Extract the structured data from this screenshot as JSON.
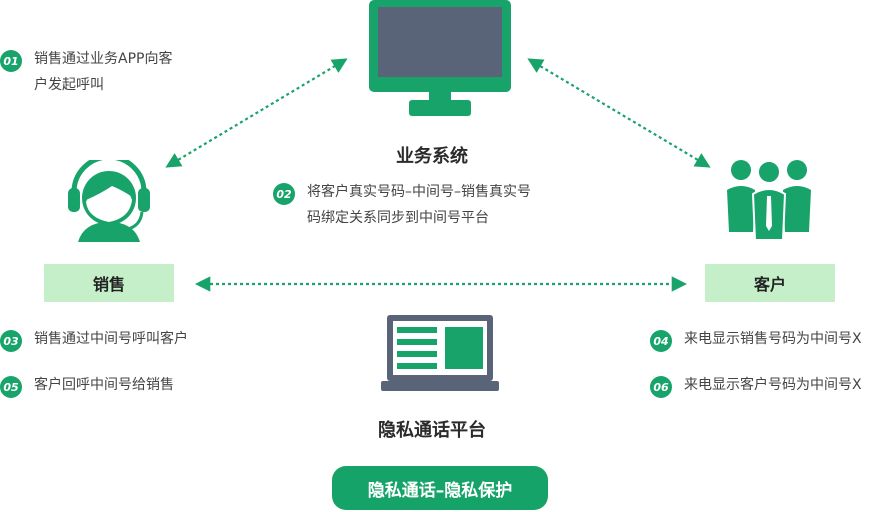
{
  "colors": {
    "accent": "#17a36a",
    "label_bg": "#c4efc9",
    "screen": "#5a6478"
  },
  "nodes": {
    "business_system": "业务系统",
    "sales": "销售",
    "customer": "客户",
    "privacy_platform": "隐私通话平台"
  },
  "steps": [
    {
      "num": "01",
      "line1": "销售通过业务APP向客",
      "line2": "户发起呼叫"
    },
    {
      "num": "02",
      "line1": "将客户真实号码–中间号–销售真实号",
      "line2": "码绑定关系同步到中间号平台"
    },
    {
      "num": "03",
      "line1": "销售通过中间号呼叫客户"
    },
    {
      "num": "05",
      "line1": "客户回呼中间号给销售"
    },
    {
      "num": "04",
      "line1": "来电显示销售号码为中间号X"
    },
    {
      "num": "06",
      "line1": "来电显示客户号码为中间号X"
    }
  ],
  "footer_pill": "隐私通话–隐私保护",
  "icons": [
    "monitor-icon",
    "headset-agent-icon",
    "customer-group-icon",
    "laptop-icon",
    "dashed-bidirectional-arrow"
  ]
}
